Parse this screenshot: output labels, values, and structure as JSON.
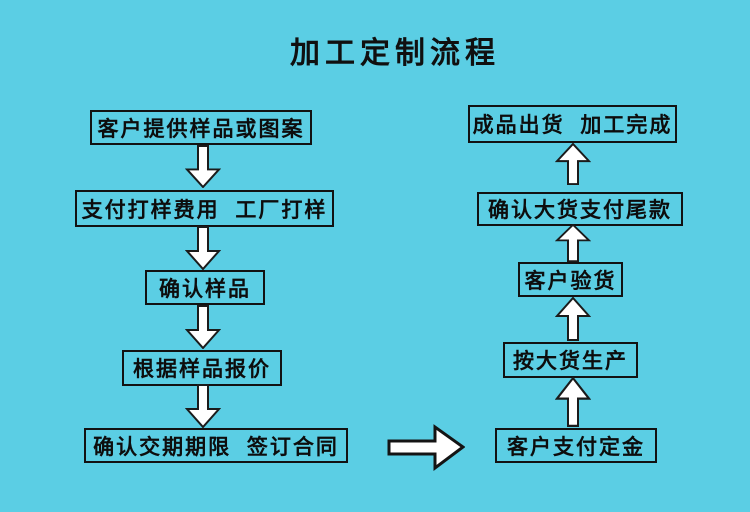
{
  "page": {
    "title": "加工定制流程",
    "background_color": "#5bcee4"
  },
  "flow": {
    "left_steps_top_to_bottom": [
      {
        "label": "客户提供样品或图案"
      },
      {
        "label": "支付打样费用  工厂打样"
      },
      {
        "label": "确认样品"
      },
      {
        "label": "根据样品报价"
      },
      {
        "label": "确认交期期限  签订合同"
      }
    ],
    "right_steps_top_to_bottom": [
      {
        "label": "成品出货  加工完成"
      },
      {
        "label": "确认大货支付尾款"
      },
      {
        "label": "客户验货"
      },
      {
        "label": "按大货生产"
      },
      {
        "label": "客户支付定金"
      }
    ],
    "left_column_flow_direction": "down",
    "right_column_flow_direction": "up",
    "connector_direction": "right"
  },
  "icons": {
    "down_arrow": "down-arrow-icon",
    "up_arrow": "up-arrow-icon",
    "right_arrow": "right-arrow-icon"
  },
  "colors": {
    "background": "#5bcee4",
    "box_border": "#121212",
    "text": "#0d0d0d",
    "arrow_fill": "#ffffff",
    "arrow_outline": "#1b1b1b"
  }
}
